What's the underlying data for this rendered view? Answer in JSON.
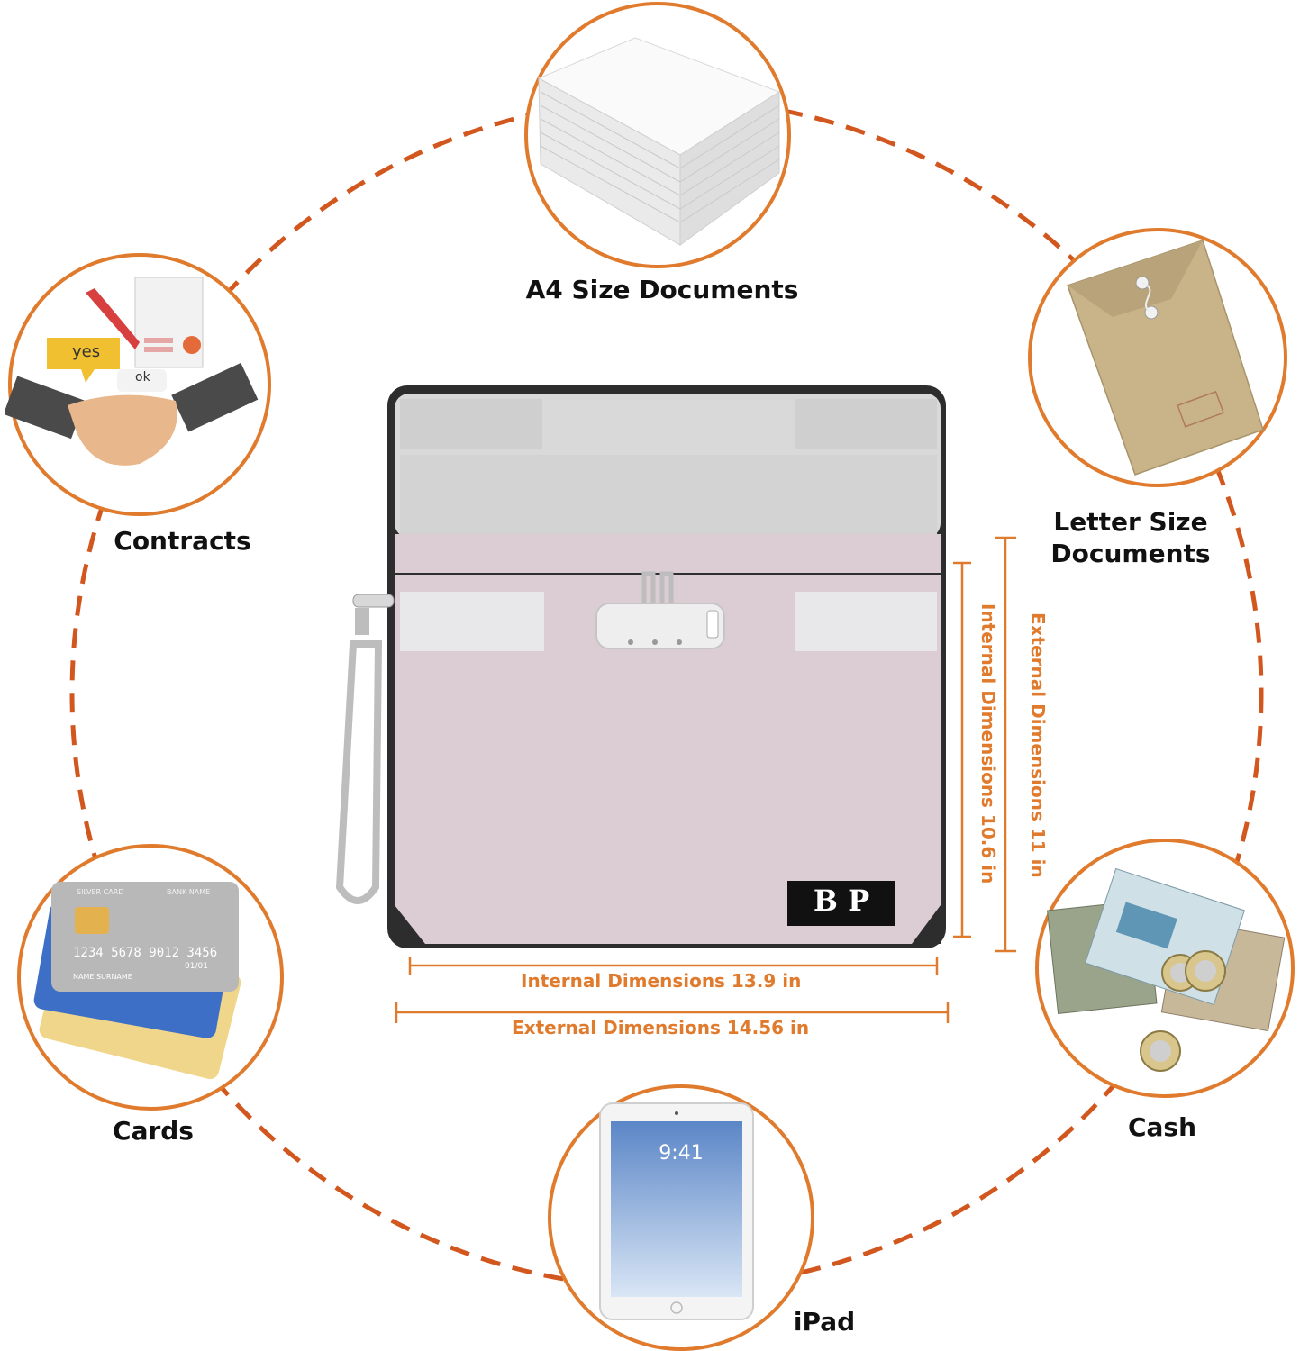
{
  "colors": {
    "accent_orange": "#e07b2e",
    "dash_orange": "#d2571f",
    "bag_pink": "#dccdd4",
    "bag_top_gray": "#d9d9d9",
    "bag_border": "#2d2d2d"
  },
  "items": [
    {
      "id": "a4",
      "label": "A4 Size Documents",
      "icon": "paper-stack-icon"
    },
    {
      "id": "letter",
      "label_line1": "Letter Size",
      "label_line2": "Documents",
      "icon": "envelope-icon"
    },
    {
      "id": "cash",
      "label": "Cash",
      "icon": "cash-coins-icon"
    },
    {
      "id": "ipad",
      "label": "iPad",
      "icon": "ipad-icon",
      "screen_time": "9:41"
    },
    {
      "id": "cards",
      "label": "Cards",
      "icon": "credit-cards-icon",
      "card_front_text": "SILVER CARD",
      "card_bank_text": "BANK NAME",
      "card_number": "1234 5678 9012 3456",
      "card_expiry": "01/01",
      "card_name": "NAME SURNAME"
    },
    {
      "id": "contracts",
      "label": "Contracts",
      "icon": "handshake-contract-icon",
      "bubble_yes": "yes",
      "bubble_ok": "ok"
    }
  ],
  "bag": {
    "logo_text": "B P"
  },
  "dimensions": {
    "internal_width": "Internal Dimensions   13.9 in",
    "external_width": "External Dimensions   14.56 in",
    "internal_height": "Internal Dimensions   10.6 in",
    "external_height": "External Dimensions   11 in"
  }
}
